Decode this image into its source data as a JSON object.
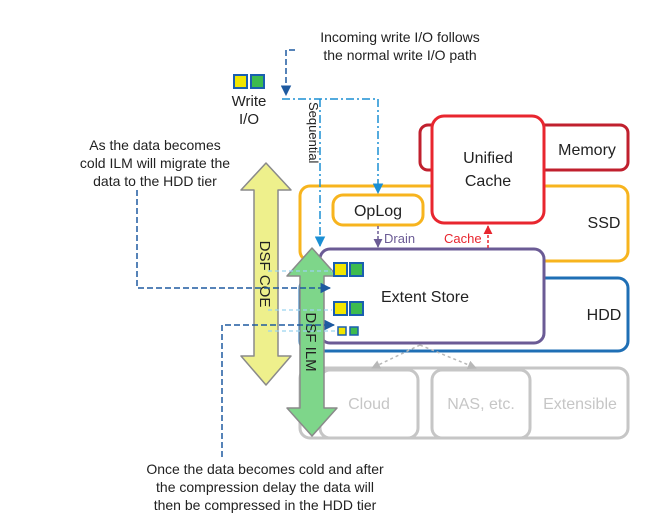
{
  "annotations": {
    "incoming_line1": "Incoming write I/O follows",
    "incoming_line2": "the normal write I/O path",
    "write_io_line1": "Write",
    "write_io_line2": "I/O",
    "sequential": "Sequential",
    "cold_line1": "As the data becomes",
    "cold_line2": "cold ILM will migrate the",
    "cold_line3": "data to the HDD tier",
    "compress_line1": "Once the data becomes cold and after",
    "compress_line2": "the compression delay the data will",
    "compress_line3": "then be compressed in the HDD tier"
  },
  "tiers": {
    "memory": "Memory",
    "ssd": "SSD",
    "hdd": "HDD",
    "extensible": "Extensible"
  },
  "components": {
    "unified_cache_line1": "Unified",
    "unified_cache_line2": "Cache",
    "oplog": "OpLog",
    "extent_store": "Extent Store",
    "cloud": "Cloud",
    "nas": "NAS, etc."
  },
  "flows": {
    "drain": "Drain",
    "cache": "Cache"
  },
  "arrows": {
    "dsf_coe": "DSF COE",
    "dsf_ilm": "DSF ILM"
  },
  "colors": {
    "memory_red": "#c0202e",
    "cache_red": "#e8262f",
    "ssd_orange": "#f7b41e",
    "hdd_blue": "#1f6fb5",
    "extent_purple": "#6b5b95",
    "extensible_gray": "#c6c6c6",
    "coe_yellow": "#eef08c",
    "ilm_green": "#7ed68a",
    "arrow_outline": "#8a8a8a",
    "flow_blue": "#1b8fd4",
    "dark_blue": "#1e5aa0",
    "drain_purple": "#6b5b95",
    "block_yellow": "#f2e600",
    "block_green": "#3dbb4f",
    "block_border": "#1a5fb0"
  }
}
